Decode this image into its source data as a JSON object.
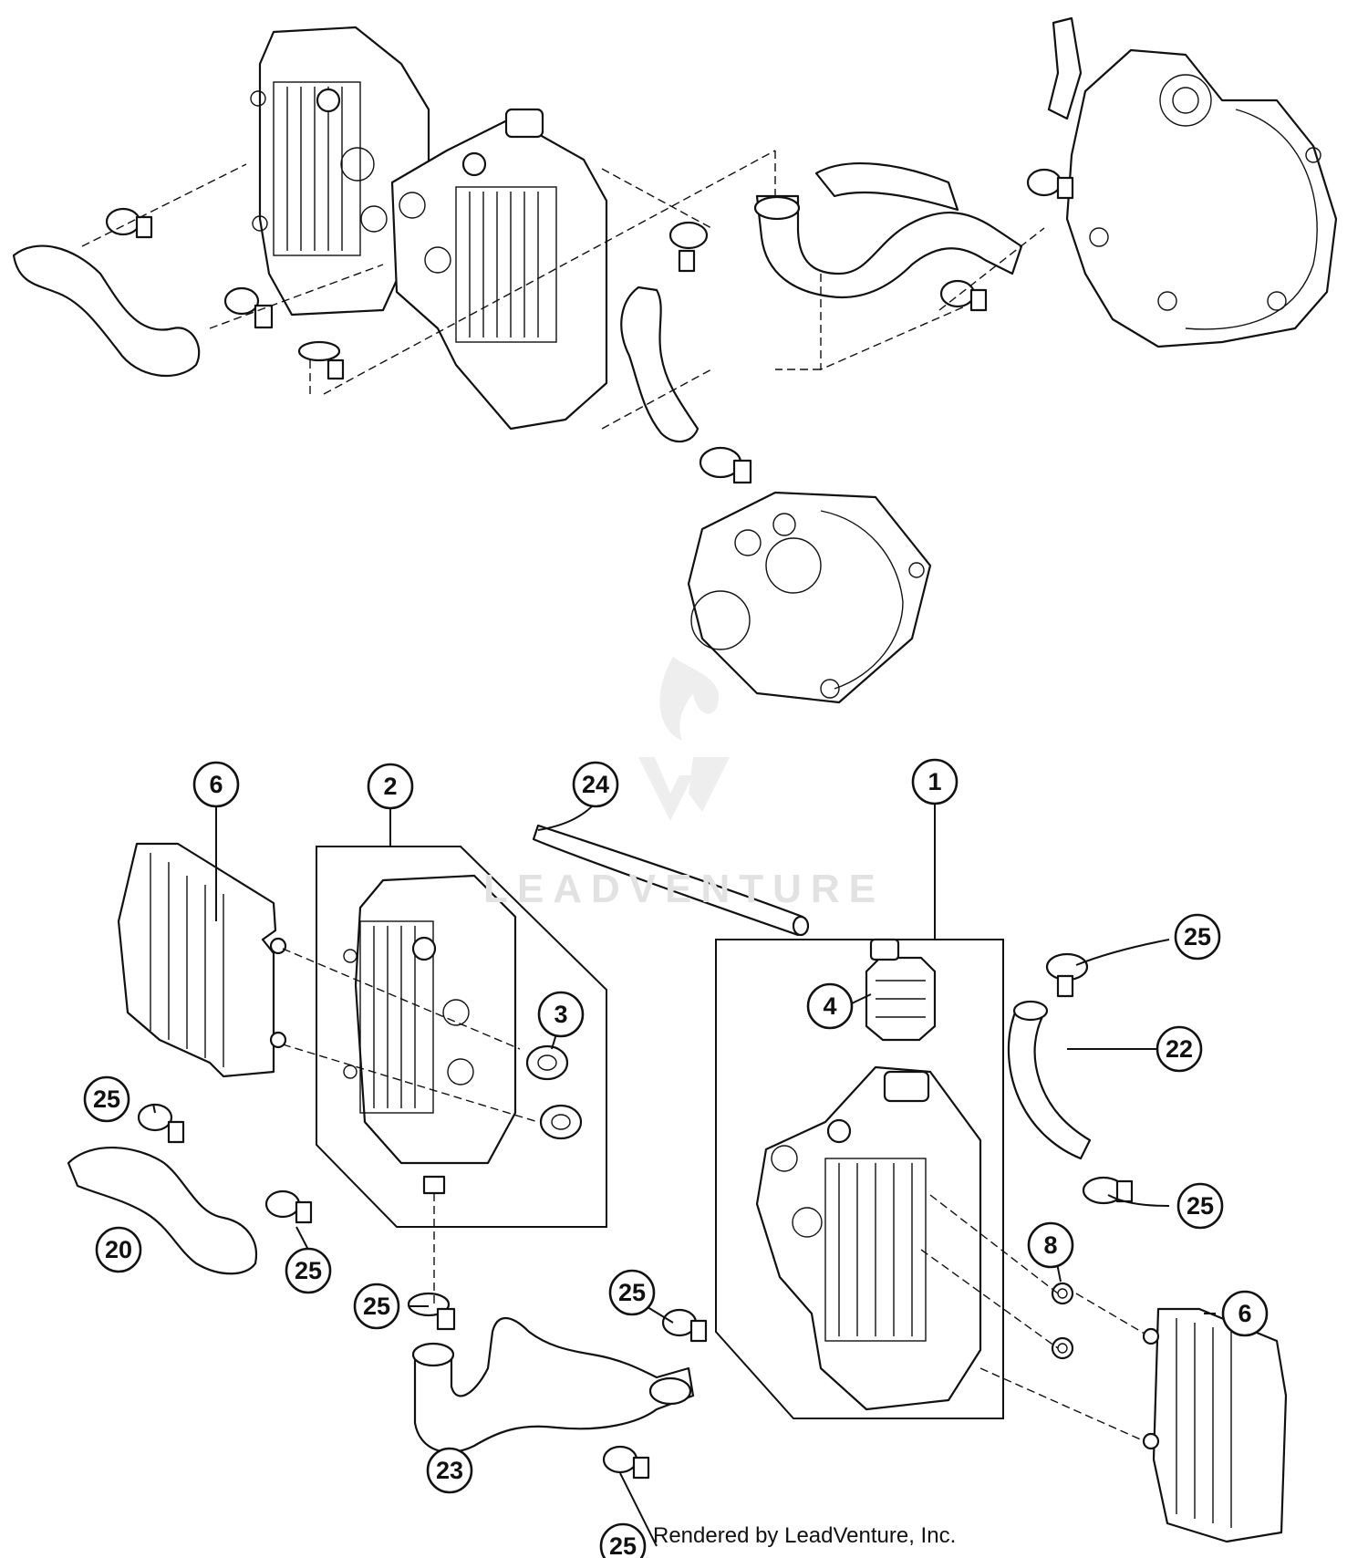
{
  "watermark": {
    "text": "LEADVENTURE"
  },
  "credit": {
    "text": "Rendered by LeadVenture, Inc."
  },
  "callouts": [
    {
      "id": "c6a",
      "label": "6"
    },
    {
      "id": "c2",
      "label": "2"
    },
    {
      "id": "c24",
      "label": "24"
    },
    {
      "id": "c1",
      "label": "1"
    },
    {
      "id": "c3",
      "label": "3"
    },
    {
      "id": "c4",
      "label": "4"
    },
    {
      "id": "c25a",
      "label": "25"
    },
    {
      "id": "c22",
      "label": "22"
    },
    {
      "id": "c25b",
      "label": "25"
    },
    {
      "id": "c25c",
      "label": "25"
    },
    {
      "id": "c20",
      "label": "20"
    },
    {
      "id": "c25d",
      "label": "25"
    },
    {
      "id": "c8",
      "label": "8"
    },
    {
      "id": "c25e",
      "label": "25"
    },
    {
      "id": "c25f",
      "label": "25"
    },
    {
      "id": "c6b",
      "label": "6"
    },
    {
      "id": "c23",
      "label": "23"
    },
    {
      "id": "c25g",
      "label": "25"
    }
  ]
}
